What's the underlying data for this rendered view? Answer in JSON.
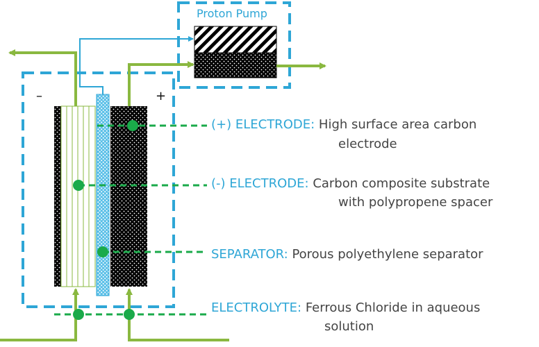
{
  "proton_pump": {
    "title": "Proton Pump"
  },
  "cell": {
    "minus_sign": "–",
    "plus_sign": "+"
  },
  "labels": {
    "positive_electrode": {
      "key": "(+) ELECTRODE:",
      "desc_line1": "High surface area carbon",
      "desc_line2": "electrode"
    },
    "negative_electrode": {
      "key": "(-) ELECTRODE:",
      "desc_line1": "Carbon composite substrate",
      "desc_line2": "with polypropene spacer"
    },
    "separator": {
      "key": "SEPARATOR:",
      "desc_line1": "Porous polyethylene separator"
    },
    "electrolyte": {
      "key": "ELECTROLYTE:",
      "desc_line1": "Ferrous Chloride in aqueous",
      "desc_line2": "solution"
    }
  },
  "colors": {
    "green": "#8ab840",
    "dot_green": "#1aaa4a",
    "blue": "#2ea6d6",
    "dashed_green": "#1aaa4a"
  }
}
